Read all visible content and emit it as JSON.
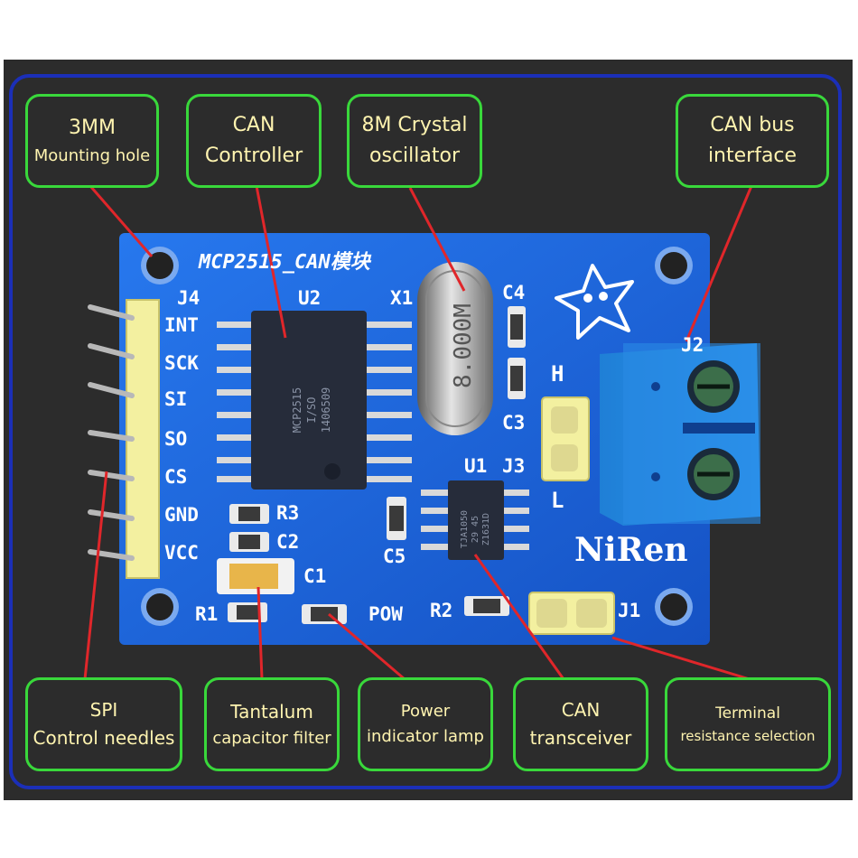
{
  "colors": {
    "background": "#2c2c2c",
    "frame_border": "#1b2fb8",
    "callout_border": "#39d83b",
    "callout_text": "#fff4b0",
    "pcb": "#1f6de0",
    "leader_line": "#e0262a"
  },
  "callouts": {
    "mounting_hole": [
      "3MM",
      "Mounting hole"
    ],
    "can_controller": [
      "CAN",
      "Controller"
    ],
    "crystal": [
      "8M Crystal",
      "oscillator"
    ],
    "can_bus": [
      "CAN bus",
      "interface"
    ],
    "spi": [
      "SPI",
      "Control needles"
    ],
    "tantalum": [
      "Tantalum",
      "capacitor filter"
    ],
    "power": [
      "Power",
      "indicator lamp"
    ],
    "transceiver": [
      "CAN",
      "transceiver"
    ],
    "terminal": [
      "Terminal",
      "resistance selection"
    ]
  },
  "board": {
    "title": "MCP2515_CAN模块",
    "brand": "NiRen",
    "pins": [
      "INT",
      "SCK",
      "SI",
      "SO",
      "CS",
      "GND",
      "VCC"
    ],
    "refs": {
      "j4": "J4",
      "u2": "U2",
      "x1": "X1",
      "c4": "C4",
      "c3": "C3",
      "j2": "J2",
      "u1": "U1",
      "j3": "J3",
      "h": "H",
      "l": "L",
      "r3": "R3",
      "c2": "C2",
      "c1": "C1",
      "c5": "C5",
      "r1": "R1",
      "pow": "POW",
      "r2": "R2",
      "j1": "J1"
    },
    "crystal_marking": "8.000M",
    "u2_marking": [
      "MCP2515",
      "I/SO",
      "1406509"
    ],
    "u1_marking": [
      "TJA1050",
      "29 45",
      "Z1631D"
    ]
  }
}
